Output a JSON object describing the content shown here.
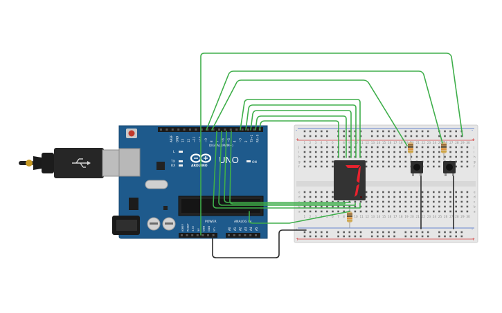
{
  "arduino": {
    "brand": "ARDUINO",
    "model": "UNO",
    "on_label": "ON",
    "digital_header_label": "DIGITAL (PWM~)",
    "power_label": "POWER",
    "analog_label": "ANALOG IN",
    "tx_label": "TX",
    "rx_label": "RX",
    "l_label": "L",
    "top_pin_labels": [
      "AREF",
      "GND",
      "13",
      "12",
      "~11",
      "~10",
      "~9",
      "8",
      "7",
      "~6",
      "~5",
      "4",
      "~3",
      "2",
      "TX→1",
      "RX←0"
    ],
    "power_pin_labels": [
      "IOREF",
      "RESET",
      "3.3V",
      "5V",
      "GND",
      "GND",
      "Vin"
    ],
    "analog_pin_labels": [
      "A0",
      "A1",
      "A2",
      "A3",
      "A4",
      "A5"
    ]
  },
  "breadboard": {
    "row_letters_top": [
      "j",
      "i",
      "h",
      "g",
      "f"
    ],
    "row_letters_bottom": [
      "e",
      "d",
      "c",
      "b",
      "a"
    ],
    "column_numbers": [
      "1",
      "2",
      "3",
      "4",
      "5",
      "6",
      "7",
      "8",
      "9",
      "10",
      "11",
      "12",
      "13",
      "14",
      "15",
      "16",
      "17",
      "18",
      "19",
      "20",
      "21",
      "22",
      "23",
      "24",
      "25",
      "26",
      "27",
      "28",
      "29",
      "30"
    ],
    "plus_sign": "+",
    "minus_sign": "-"
  },
  "display": {
    "digit": "7"
  },
  "colors": {
    "board_blue": "#1e5a8c",
    "wire_green": "#3eae4a",
    "wire_black": "#2a2a2a",
    "segment_red": "#e8222e",
    "breadboard": "#e6e6e6",
    "rail_red": "#d33a3a",
    "rail_blue": "#3a63c4"
  },
  "icons": [
    "usb-cable-icon",
    "push-button-icon",
    "resistor-icon",
    "seven-segment-display-icon",
    "arduino-logo-icon"
  ]
}
